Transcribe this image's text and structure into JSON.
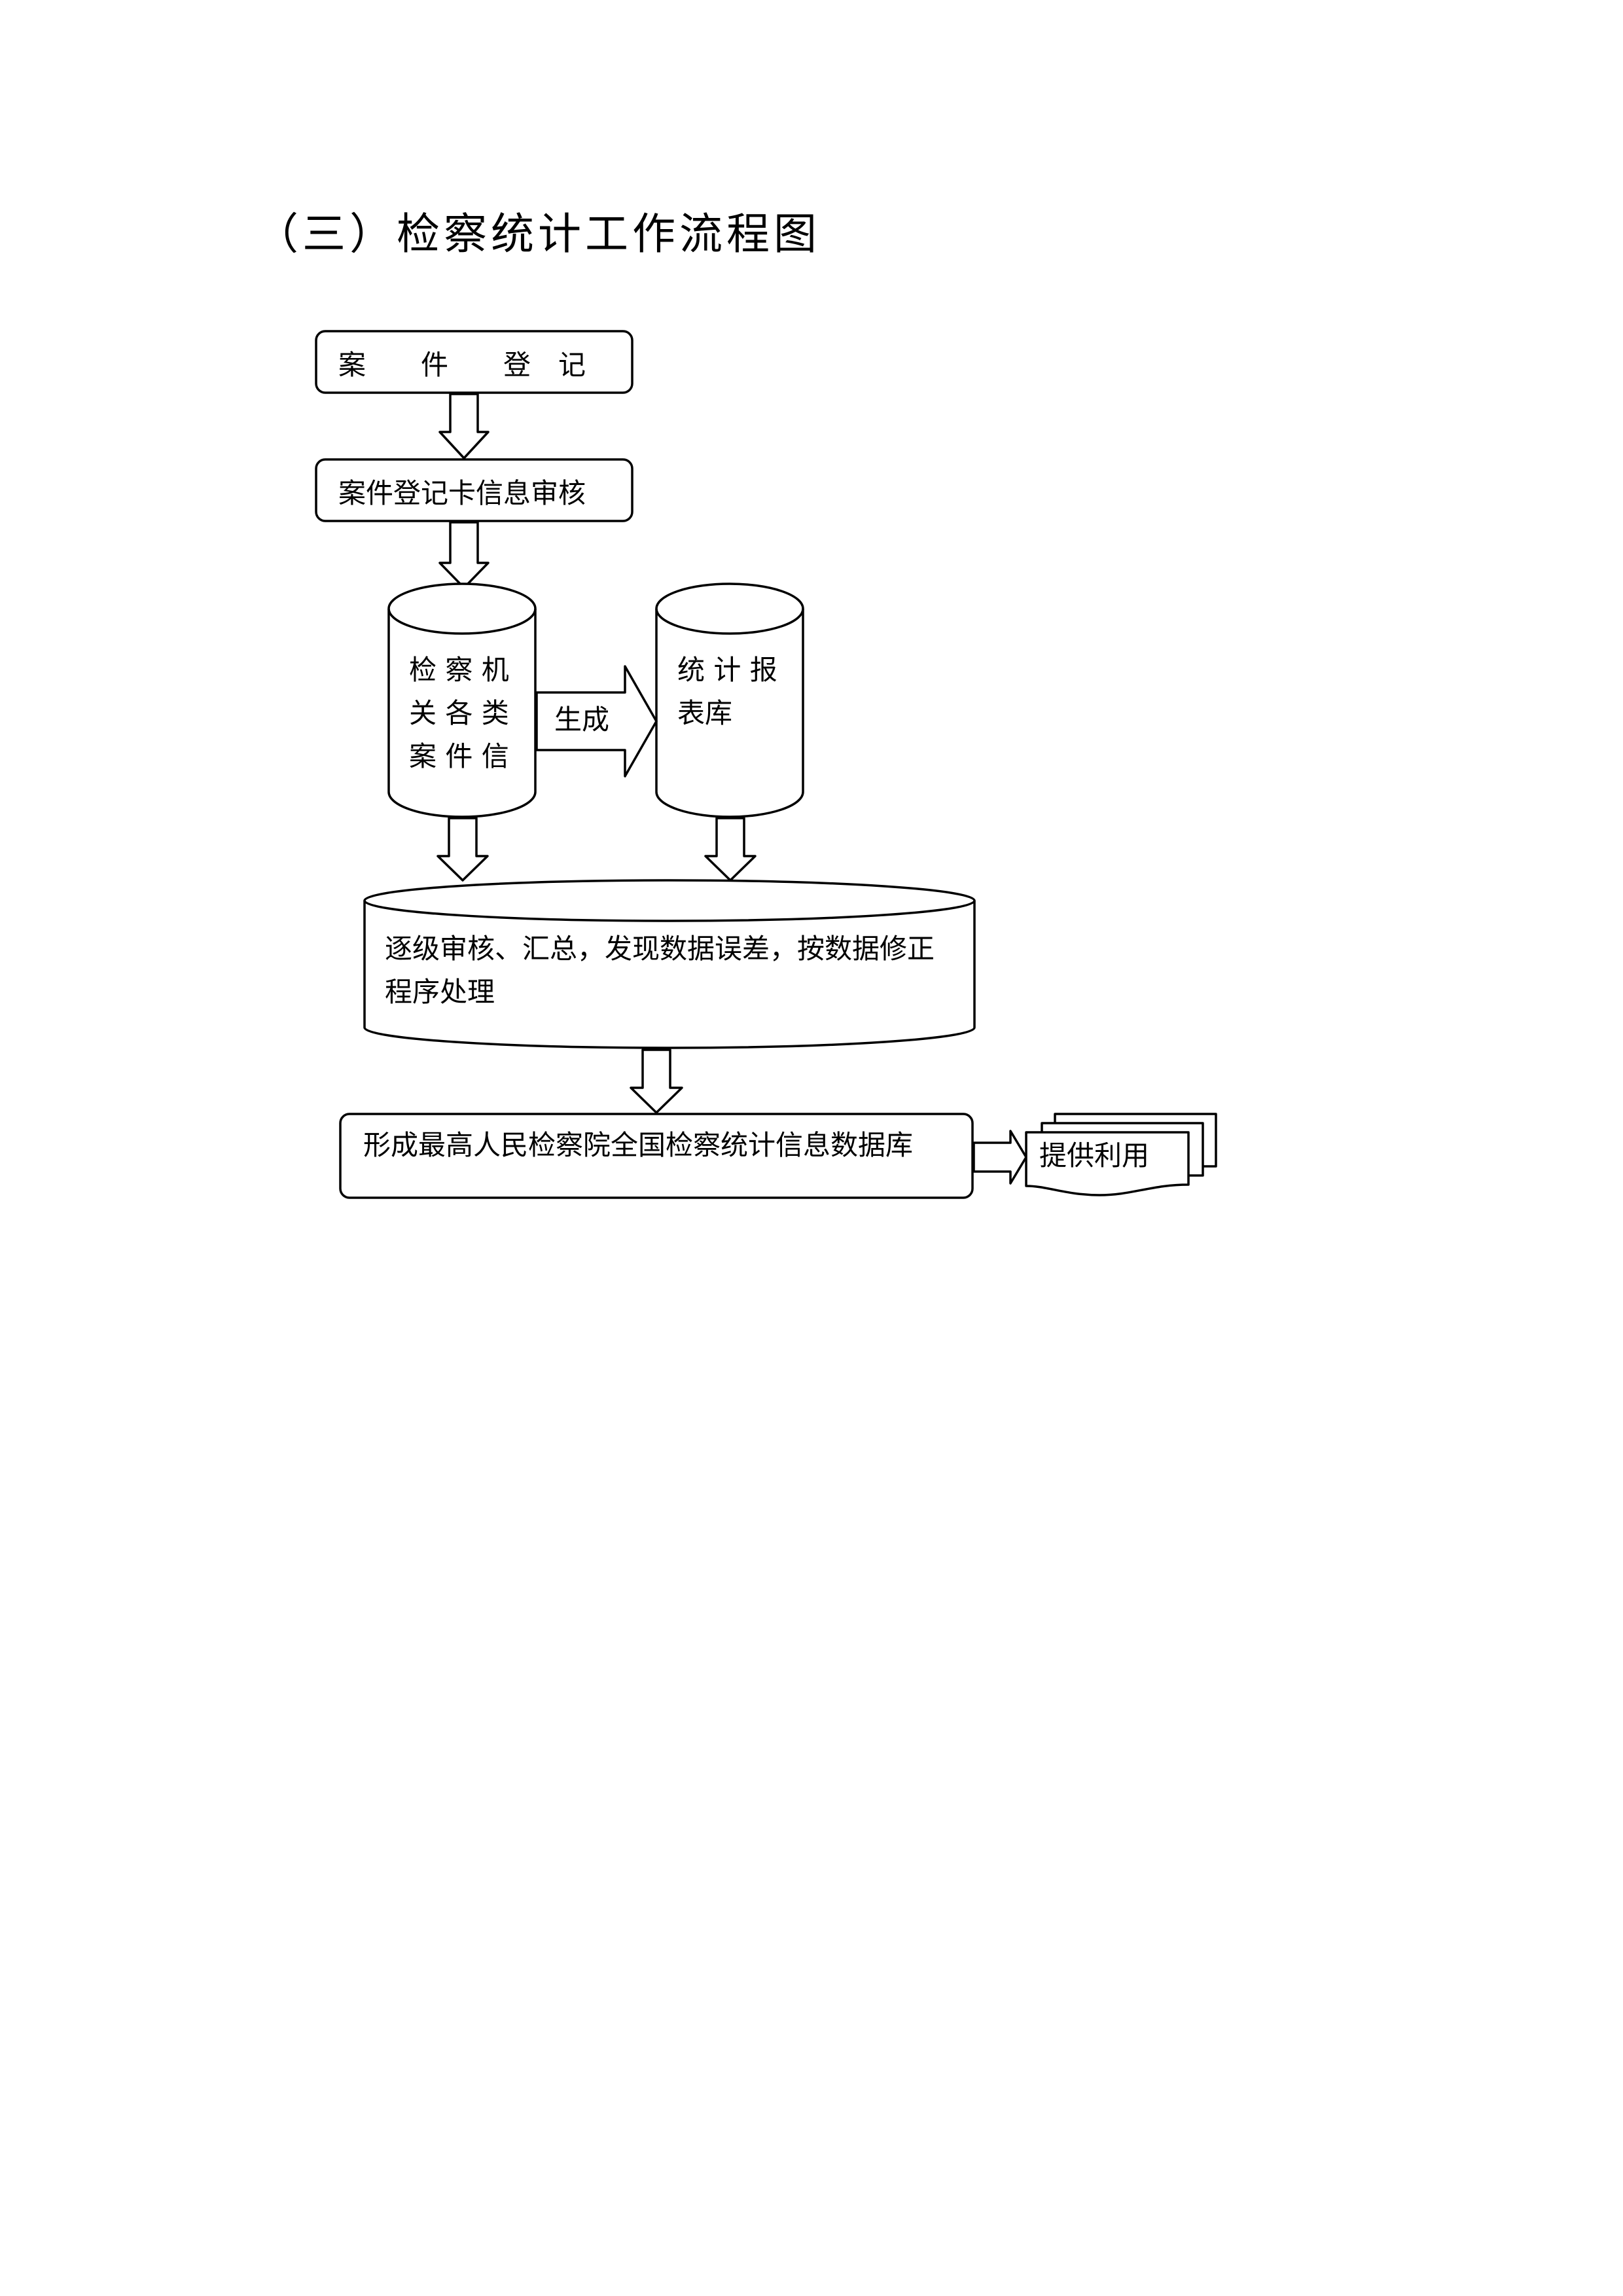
{
  "title": "（三）检察统计工作流程图",
  "diagram": {
    "case_registration": "案　　件　　登　记",
    "card_review": "案件登记卡信息审核",
    "case_db": {
      "line1": "检 察 机",
      "line2": "关 各 类",
      "line3": "案 件 信"
    },
    "generate_label": "生成",
    "report_db": {
      "line1": "统 计 报",
      "line2": "表库"
    },
    "review_summary": {
      "line1": "逐级审核、汇总，发现数据误差，按数据修正",
      "line2": "程序处理"
    },
    "national_db": "形成最高人民检察院全国检察统计信息数据库",
    "provide_use": "提供利用"
  }
}
